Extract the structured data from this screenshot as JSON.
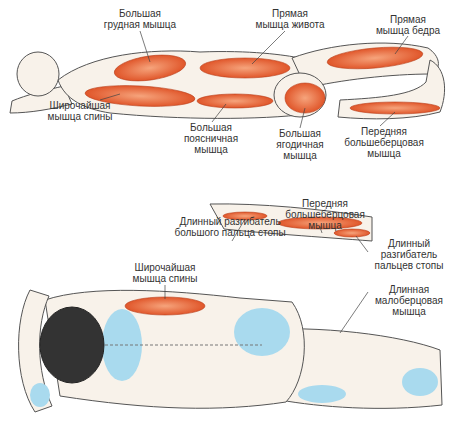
{
  "diagram": {
    "labels": [
      "Большая грудная мышца",
      "Прямая мышца живота",
      "Прямая мышца бедра",
      "Широчайшая мышца спины",
      "Большая поясничная мышца",
      "Большая ягодичная мышца",
      "Передняя большеберцовая мышца",
      "Длинный разгибатель большого пальца стопы",
      "Передняя большеберцовая мышца",
      "Широчайшая мышца спины",
      "Длинный разгибатель пальцев стопы",
      "Длинная малоберцовая мышца"
    ]
  }
}
